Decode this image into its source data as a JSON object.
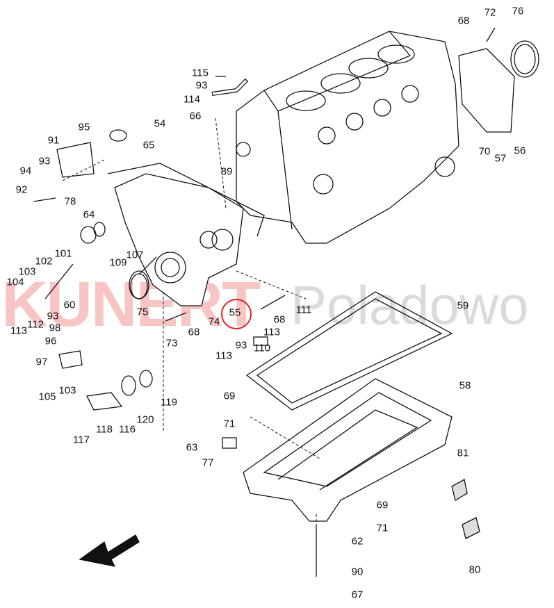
{
  "watermark": {
    "brand": "KUNERT",
    "location": "Poladowo"
  },
  "highlight_color": "#e02020",
  "highlighted_part": "55",
  "labels": {
    "l72": "72",
    "l76": "76",
    "l68a": "68",
    "l115": "115",
    "l93a": "93",
    "l114": "114",
    "l66": "66",
    "l95": "95",
    "l54": "54",
    "l91": "91",
    "l65": "65",
    "l93b": "93",
    "l94": "94",
    "l92": "92",
    "l89": "89",
    "l70": "70",
    "l57": "57",
    "l56": "56",
    "l78": "78",
    "l64": "64",
    "l101": "101",
    "l102": "102",
    "l107": "107",
    "l103a": "103",
    "l109": "109",
    "l104": "104",
    "l60": "60",
    "l93c": "93",
    "l112": "112",
    "l113a": "113",
    "l98": "98",
    "l96": "96",
    "l75": "75",
    "l74": "74",
    "l68b": "68",
    "l73": "73",
    "l55": "55",
    "l111": "111",
    "l68c": "68",
    "l113b": "113",
    "l93d": "93",
    "l110": "110",
    "l113c": "113",
    "l59": "59",
    "l97": "97",
    "l105": "105",
    "l103b": "103",
    "l119": "119",
    "l120": "120",
    "l116": "116",
    "l118": "118",
    "l117": "117",
    "l69a": "69",
    "l58": "58",
    "l71a": "71",
    "l63": "63",
    "l77": "77",
    "l81": "81",
    "l69b": "69",
    "l71b": "71",
    "l62": "62",
    "l80": "80",
    "l90": "90",
    "l67": "67"
  }
}
